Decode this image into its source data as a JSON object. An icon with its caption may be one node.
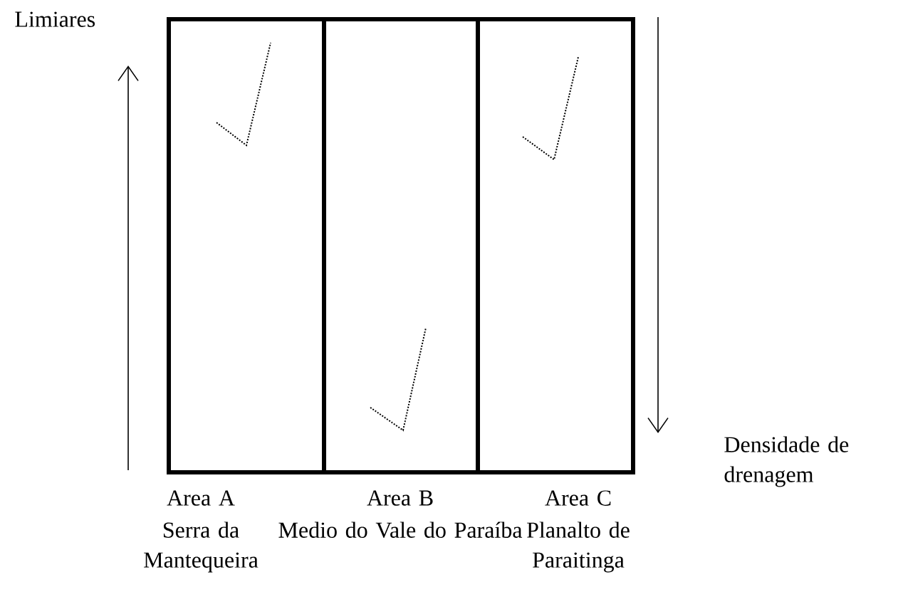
{
  "diagram": {
    "nodes": [
      {
        "text": [
          "Area A",
          "Serra da Mantequeira"
        ]
      },
      {
        "text": [
          "Area B",
          "Medio do Vale do Paraíba"
        ]
      },
      {
        "text": [
          "Area C",
          "Planalto de Paraitinga"
        ]
      }
    ],
    "labels": [
      "Limiares",
      "Densidade de drenagem"
    ]
  }
}
